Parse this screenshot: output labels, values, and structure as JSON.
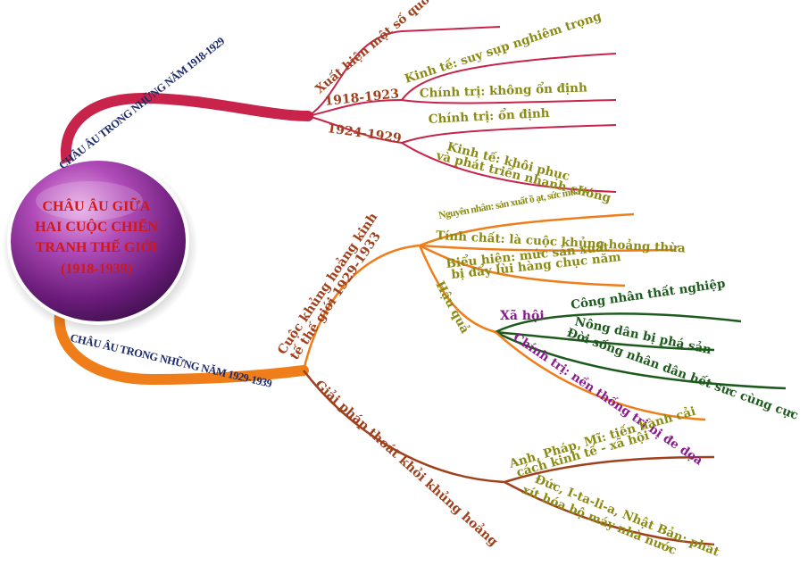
{
  "center": {
    "line1": "CHÂU ÂU GIỮA",
    "line2": "HAI CUỘC CHIẾN",
    "line3": "TRANH THẾ GIỚI",
    "line4": "(1918-1939)"
  },
  "branch1": {
    "label": "CHÂU ÂU TRONG NHỮNG NĂM 1918-1929",
    "leaf_top": "Xuất hiện một số quốc gia mới",
    "p1_label": "1918-1923",
    "p1_econ": "Kinh tế: suy sụp nghiêm trọng",
    "p1_pol": "Chính trị: không ổn định",
    "p2_label": "1924-1929",
    "p2_pol": "Chính trị: ổn định",
    "p2_econ_1": "Kinh tế: khôi phục",
    "p2_econ_2": "và phát triển nhanh chóng"
  },
  "branch2": {
    "label": "CHÂU ÂU TRONG NHỮNG NĂM 1929-1939",
    "crisis_1": "Cuộc khủng hoảng kinh",
    "crisis_2": "tế thế giới 1929-1933",
    "cause": "Nguyên nhân: sản xuất ồ ạt, sức mua ít",
    "nature": "Tính chất: là cuộc khủng hoảng thừa",
    "sign_1": "Biểu hiện: mức sản xuất",
    "sign_2": "bị đẩy lùi hàng chục năm",
    "consequence": "Hậu quả",
    "society": "Xã hội",
    "soc_1": "Công nhân thất nghiệp",
    "soc_2": "Nông dân bị phá sản",
    "soc_3": "Đời sống nhân dân hết sức cùng cực",
    "politics": "Chính trị: nền thống trị bị đe dọa",
    "solution": "Giải pháp thoát khỏi khủng hoảng",
    "sol_1a": "Anh, Pháp, Mĩ: tiến hành cải",
    "sol_1b": "cách kinh tế - xã hội",
    "sol_2a": "Đức, I-ta-li-a, Nhật Bản: phát",
    "sol_2b": "xít hóa bộ máy nhà nước"
  },
  "colors": {
    "crimson": "#c8234a",
    "orange": "#ef7d1a",
    "brown": "#a0401c",
    "olive": "#8a8a14",
    "darkgreen": "#1d5a1d",
    "purple": "#8a1b8f",
    "navy": "#1b2a6b",
    "red": "#d01818"
  }
}
